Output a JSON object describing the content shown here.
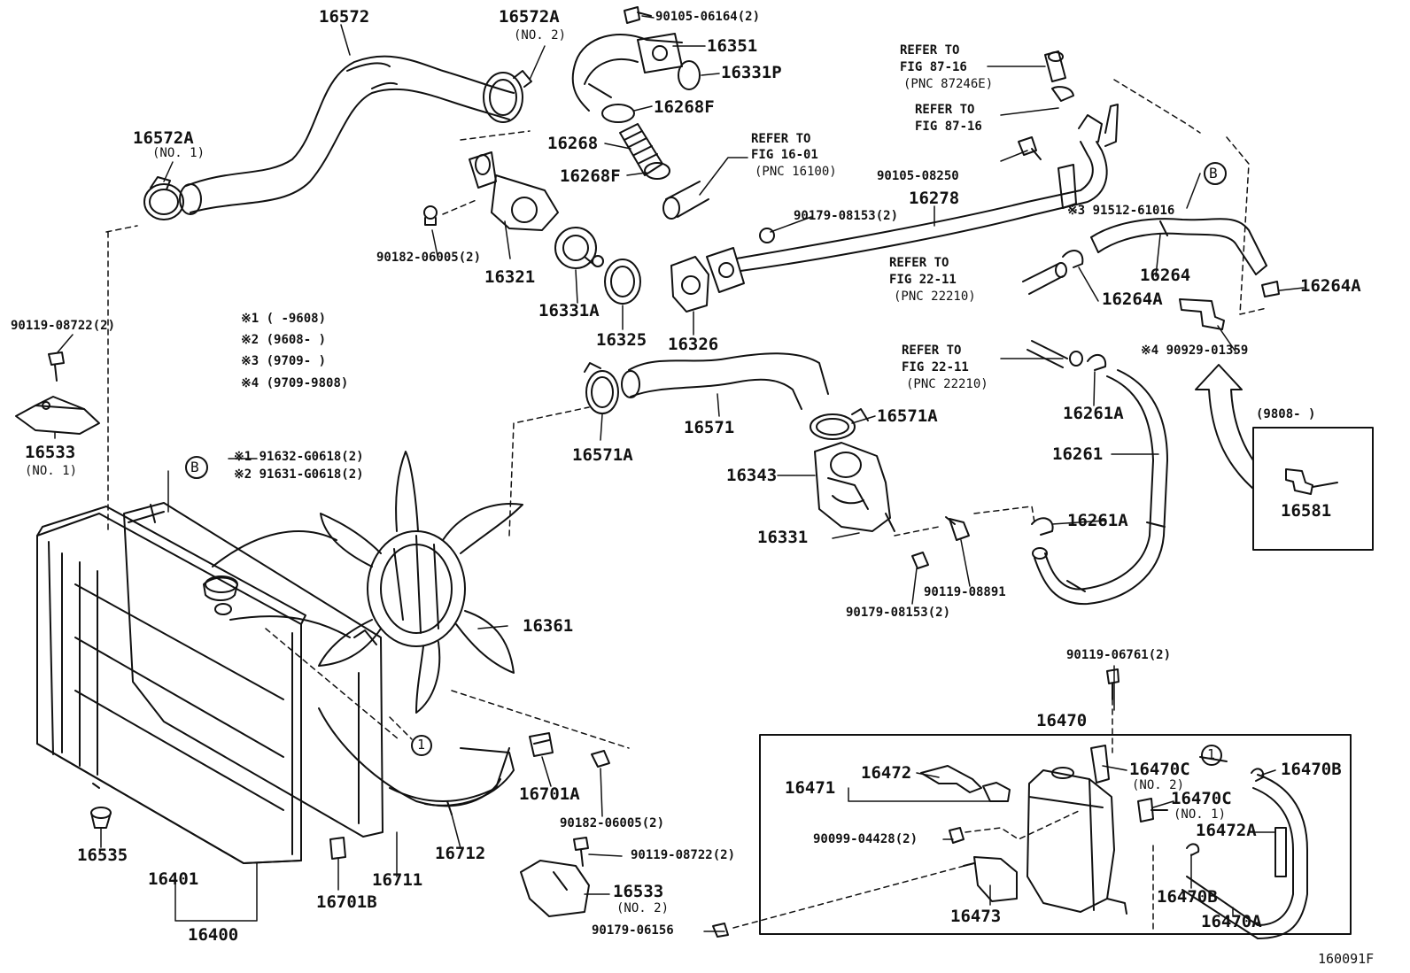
{
  "diagram_id": "160091F",
  "legend": {
    "l1": "※1 (     -9608)",
    "l2": "※2 (9608-     )",
    "l3": "※3 (9709-     )",
    "l4": "※4 (9709-9808)"
  },
  "circles": {
    "b1": "B",
    "b2": "B",
    "one1": "1",
    "one2": "1"
  },
  "inset_label": "(9808-     )",
  "refs": {
    "r1": [
      "REFER TO",
      "FIG 16-01",
      "(PNC 16100)"
    ],
    "r2": [
      "REFER TO",
      "FIG 87-16",
      "(PNC 87246E)"
    ],
    "r3": [
      "REFER TO",
      "FIG 87-16"
    ],
    "r4": [
      "REFER TO",
      "FIG 22-11",
      "(PNC 22210)"
    ],
    "r5": [
      "REFER TO",
      "FIG 22-11",
      "(PNC 22210)"
    ]
  },
  "parts": {
    "p16572": "16572",
    "p16572A_2": "16572A",
    "p16572A_2n": "(NO. 2)",
    "p16572A_1": "16572A",
    "p16572A_1n": "(NO. 1)",
    "p90105_06164": "90105-06164(2)",
    "p16351": "16351",
    "p16331P": "16331P",
    "p16268F_a": "16268F",
    "p16268": "16268",
    "p16268F_b": "16268F",
    "p90182_06005a": "90182-06005(2)",
    "p16321": "16321",
    "p16331A": "16331A",
    "p16325": "16325",
    "p16326": "16326",
    "p90105_08250": "90105-08250",
    "p16278": "16278",
    "p90179_08153a": "90179-08153(2)",
    "p91512": "※3 91512-61016",
    "p16264": "16264",
    "p16264A_a": "16264A",
    "p16264A_b": "16264A",
    "p90929": "※4 90929-01359",
    "p90119_08722a": "90119-08722(2)",
    "p16533_1": "16533",
    "p16533_1n": "(NO. 1)",
    "p91632": "※1 91632-G0618(2)",
    "p91631": "※2 91631-G0618(2)",
    "p16571A_a": "16571A",
    "p16571": "16571",
    "p16571A_b": "16571A",
    "p16343": "16343",
    "p16331": "16331",
    "p90119_08891": "90119-08891",
    "p90179_08153b": "90179-08153(2)",
    "p16261A_a": "16261A",
    "p16261": "16261",
    "p16261A_b": "16261A",
    "p16581": "16581",
    "p16361": "16361",
    "p90119_06761": "90119-06761(2)",
    "p16470": "16470",
    "p16472": "16472",
    "p16471": "16471",
    "p16470C_2": "16470C",
    "p16470C_2n": "(NO. 2)",
    "p16470C_1": "16470C",
    "p16470C_1n": "(NO. 1)",
    "p16470B_a": "16470B",
    "p16472A": "16472A",
    "p90099": "90099-04428(2)",
    "p16473": "16473",
    "p16470B_b": "16470B",
    "p16470A": "16470A",
    "p16701A": "16701A",
    "p90182_06005b": "90182-06005(2)",
    "p90119_08722b": "90119-08722(2)",
    "p16533_2": "16533",
    "p16533_2n": "(NO. 2)",
    "p90179_06156": "90179-06156",
    "p16712": "16712",
    "p16711": "16711",
    "p16701B": "16701B",
    "p16535": "16535",
    "p16401": "16401",
    "p16400": "16400"
  }
}
